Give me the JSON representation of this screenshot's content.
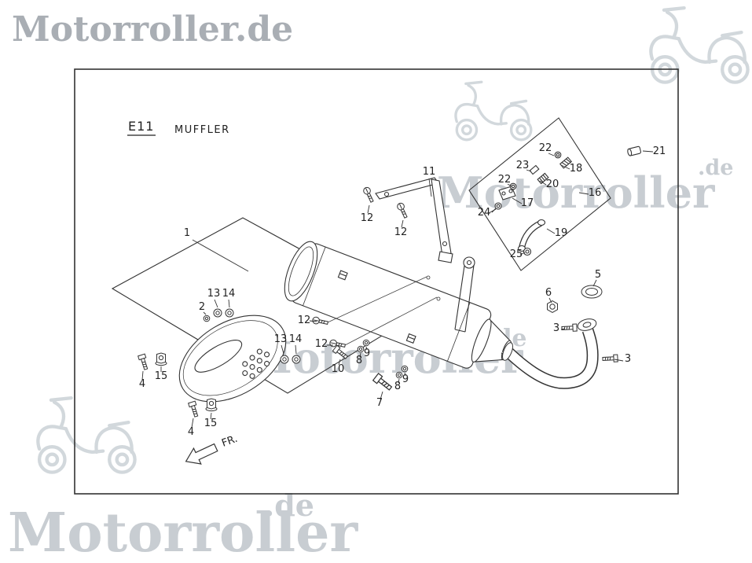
{
  "brand": {
    "logo": "Motorroller.de",
    "watermark_name": "Motorroller",
    "watermark_tld": ".de"
  },
  "diagram": {
    "code": "E11",
    "title": "MUFFLER",
    "direction_label": "FR."
  },
  "callouts": [
    {
      "num": "1"
    },
    {
      "num": "11"
    },
    {
      "num": "12"
    },
    {
      "num": "12"
    },
    {
      "num": "12"
    },
    {
      "num": "12"
    },
    {
      "num": "13"
    },
    {
      "num": "14"
    },
    {
      "num": "2"
    },
    {
      "num": "13"
    },
    {
      "num": "14"
    },
    {
      "num": "15"
    },
    {
      "num": "4"
    },
    {
      "num": "15"
    },
    {
      "num": "4"
    },
    {
      "num": "10"
    },
    {
      "num": "8"
    },
    {
      "num": "9"
    },
    {
      "num": "8"
    },
    {
      "num": "9"
    },
    {
      "num": "7"
    },
    {
      "num": "6"
    },
    {
      "num": "3"
    },
    {
      "num": "3"
    },
    {
      "num": "5"
    },
    {
      "num": "16"
    },
    {
      "num": "17"
    },
    {
      "num": "18"
    },
    {
      "num": "19"
    },
    {
      "num": "20"
    },
    {
      "num": "21"
    },
    {
      "num": "22"
    },
    {
      "num": "22"
    },
    {
      "num": "23"
    },
    {
      "num": "24"
    },
    {
      "num": "25"
    }
  ]
}
